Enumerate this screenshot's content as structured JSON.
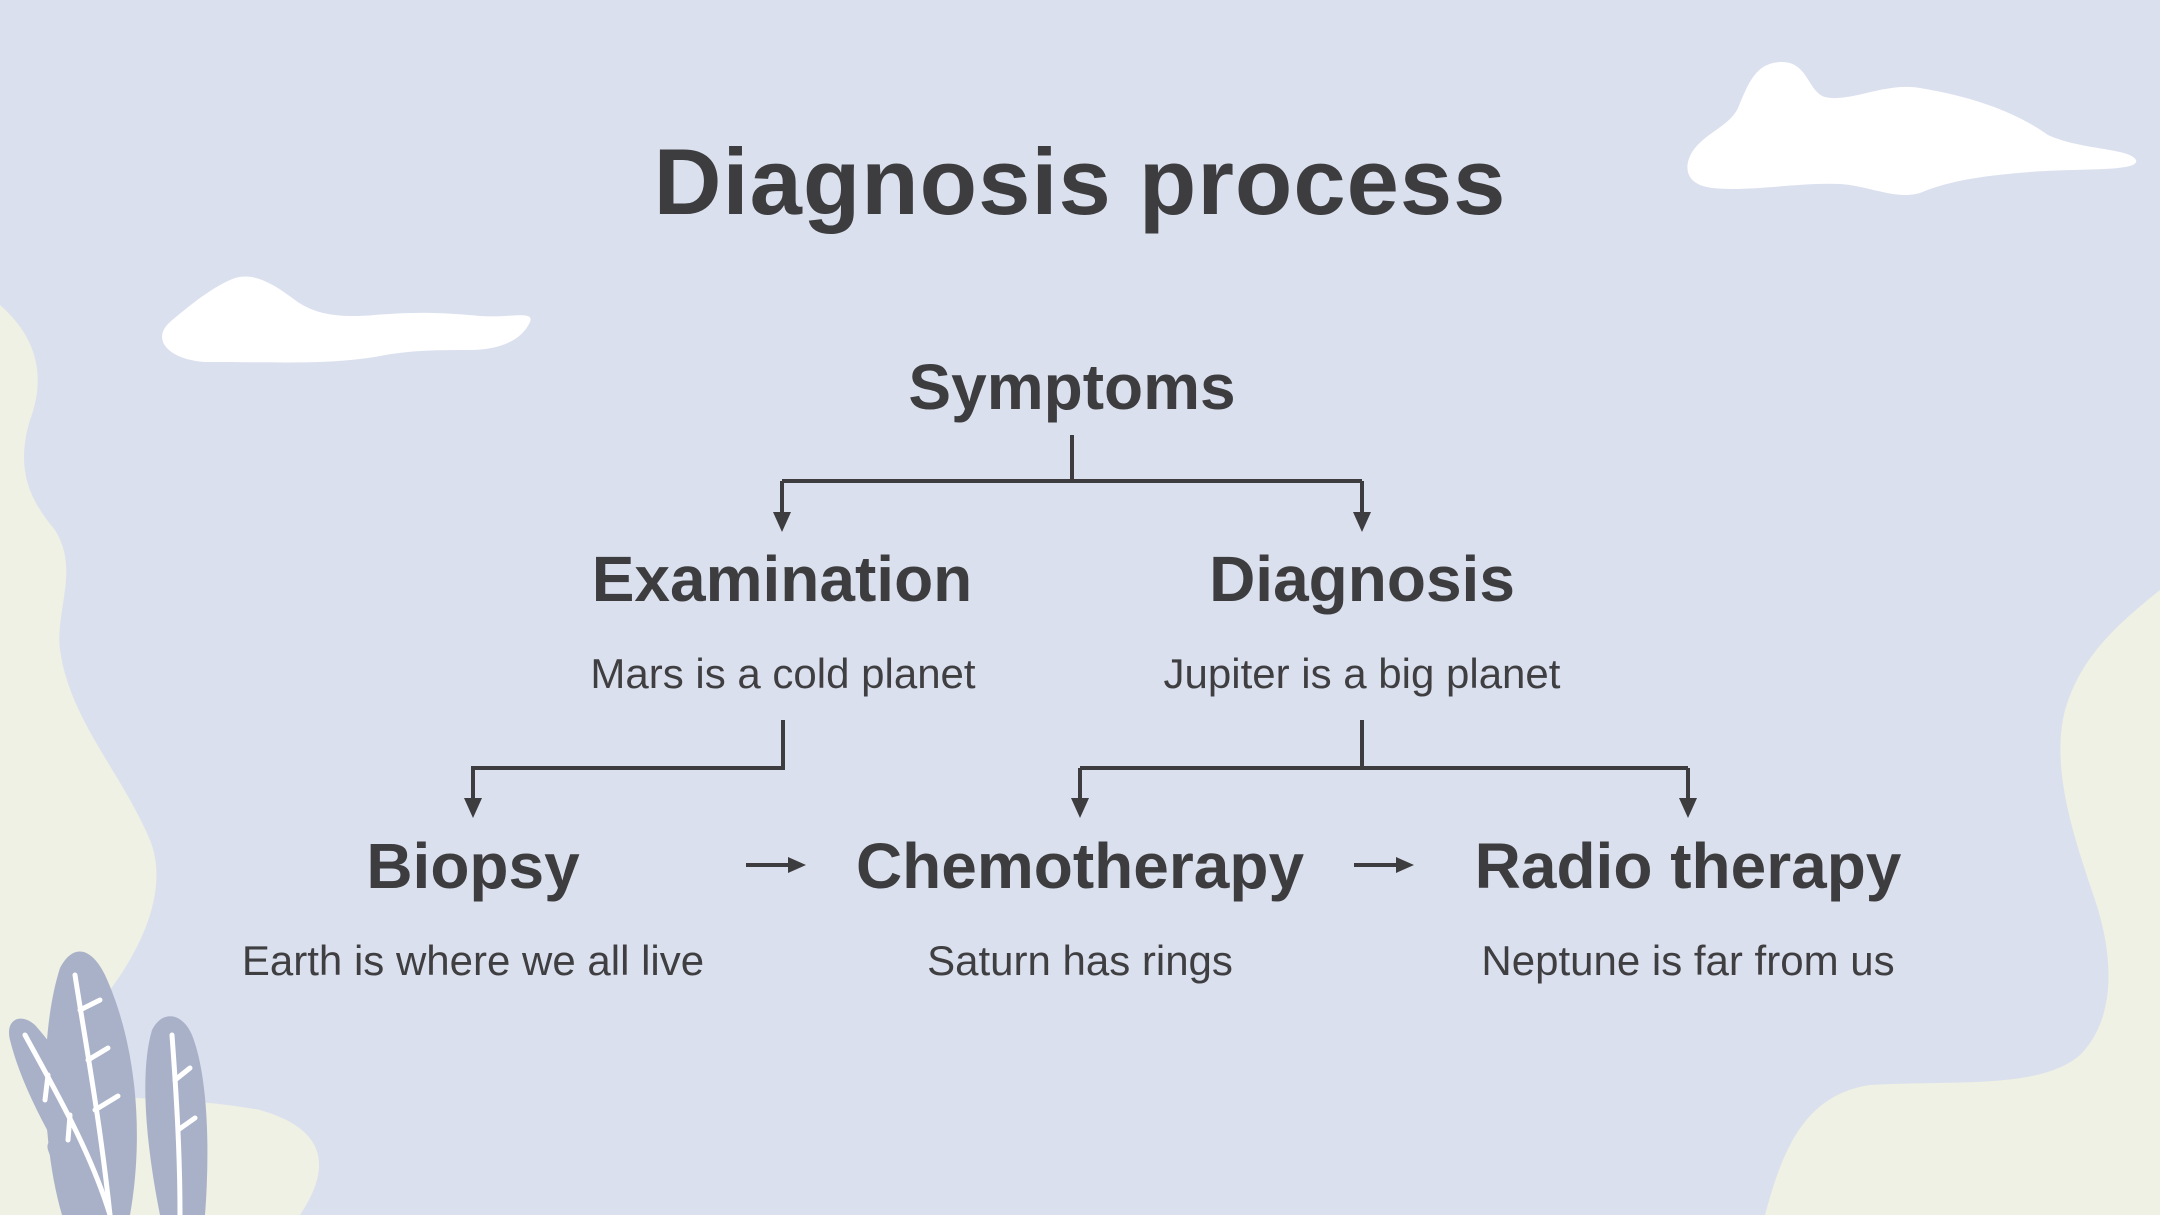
{
  "title": "Diagnosis process",
  "nodes": {
    "symptoms": {
      "label": "Symptoms"
    },
    "examination": {
      "label": "Examination",
      "description": "Mars is a cold planet"
    },
    "diagnosis": {
      "label": "Diagnosis",
      "description": "Jupiter is a big planet"
    },
    "biopsy": {
      "label": "Biopsy",
      "description": "Earth is where we all live"
    },
    "chemotherapy": {
      "label": "Chemotherapy",
      "description": "Saturn has rings"
    },
    "radio_therapy": {
      "label": "Radio therapy",
      "description": "Neptune is far from us"
    }
  },
  "colors": {
    "background": "#dbe0ee",
    "text": "#3d3d3f",
    "connector": "#3d3d3f",
    "cloud": "#ffffff",
    "blob": "#eef1e3",
    "leaf": "#a9b1c8"
  }
}
